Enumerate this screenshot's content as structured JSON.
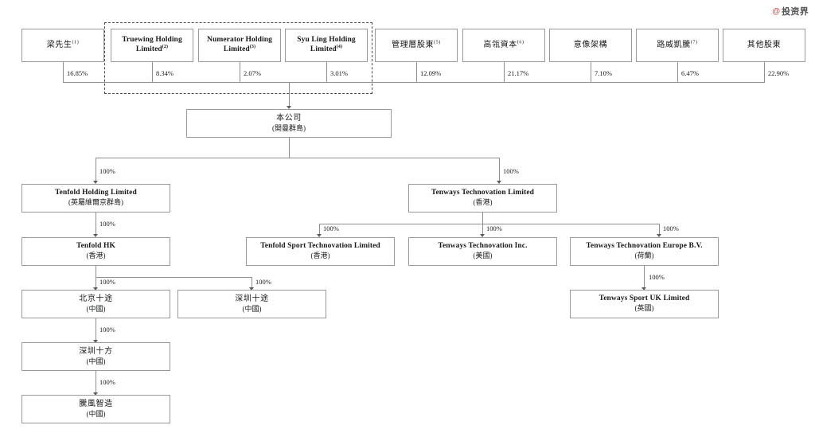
{
  "watermark": {
    "mark": "@",
    "text": "投资界"
  },
  "chart_data": {
    "type": "diagram",
    "title": "股權架構圖",
    "diagram_kind": "corporate-ownership-structure",
    "shareholders": [
      {
        "id": "sh1",
        "name": "梁先生",
        "note": "(1)",
        "percent": "16.85%",
        "lang": "cjk",
        "in_group": false
      },
      {
        "id": "sh2",
        "name": "Truewing Holding Limited",
        "note": "(2)",
        "percent": "8.34%",
        "lang": "en",
        "in_group": true
      },
      {
        "id": "sh3",
        "name": "Numerator Holding Limited",
        "note": "(3)",
        "percent": "2.07%",
        "lang": "en",
        "in_group": true
      },
      {
        "id": "sh4",
        "name": "Syu Ling Holding Limited",
        "note": "(4)",
        "percent": "3.01%",
        "lang": "en",
        "in_group": true
      },
      {
        "id": "sh5",
        "name": "管理層股東",
        "note": "(5)",
        "percent": "12.09%",
        "lang": "cjk",
        "in_group": false
      },
      {
        "id": "sh6",
        "name": "高瓴資本",
        "note": "(6)",
        "percent": "21.17%",
        "lang": "cjk",
        "in_group": false
      },
      {
        "id": "sh7",
        "name": "意像架構",
        "note": "",
        "percent": "7.10%",
        "lang": "cjk",
        "in_group": false
      },
      {
        "id": "sh8",
        "name": "路威凱騰",
        "note": "(7)",
        "percent": "6.47%",
        "lang": "cjk",
        "in_group": false
      },
      {
        "id": "sh9",
        "name": "其他股東",
        "note": "",
        "percent": "22.90%",
        "lang": "cjk",
        "in_group": false
      }
    ],
    "entities": [
      {
        "id": "company",
        "line1": "本公司",
        "line2": "(開曼群島)",
        "lang": "cjk"
      },
      {
        "id": "tenfold_holding",
        "line1": "Tenfold Holding Limited",
        "line2": "(英屬維爾京群島)",
        "lang": "en"
      },
      {
        "id": "tenways_tech_ltd",
        "line1": "Tenways Technovation Limited",
        "line2": "(香港)",
        "lang": "en"
      },
      {
        "id": "tenfold_hk",
        "line1": "Tenfold HK",
        "line2": "(香港)",
        "lang": "en"
      },
      {
        "id": "tenfold_sport",
        "line1": "Tenfold Sport Technovation Limited",
        "line2": "(香港)",
        "lang": "en"
      },
      {
        "id": "tenways_inc",
        "line1": "Tenways Technovation Inc.",
        "line2": "(美國)",
        "lang": "en"
      },
      {
        "id": "tenways_europe",
        "line1": "Tenways Technovation Europe B.V.",
        "line2": "(荷蘭)",
        "lang": "en"
      },
      {
        "id": "tenways_uk",
        "line1": "Tenways Sport UK Limited",
        "line2": "(英國)",
        "lang": "en"
      },
      {
        "id": "beijing_shitu",
        "line1": "北京十途",
        "line2": "(中國)",
        "lang": "cjk"
      },
      {
        "id": "shenzhen_shitu",
        "line1": "深圳十途",
        "line2": "(中國)",
        "lang": "cjk"
      },
      {
        "id": "shenzhen_shifang",
        "line1": "深圳十方",
        "line2": "(中國)",
        "lang": "cjk"
      },
      {
        "id": "tengfeng",
        "line1": "騰風智造",
        "line2": "(中國)",
        "lang": "cjk"
      }
    ],
    "ownership_edges": [
      {
        "from": "company",
        "to": "tenfold_holding",
        "percent": "100%"
      },
      {
        "from": "company",
        "to": "tenways_tech_ltd",
        "percent": "100%"
      },
      {
        "from": "tenfold_holding",
        "to": "tenfold_hk",
        "percent": "100%"
      },
      {
        "from": "tenways_tech_ltd",
        "to": "tenfold_sport",
        "percent": "100%"
      },
      {
        "from": "tenways_tech_ltd",
        "to": "tenways_inc",
        "percent": "100%"
      },
      {
        "from": "tenways_tech_ltd",
        "to": "tenways_europe",
        "percent": "100%"
      },
      {
        "from": "tenways_europe",
        "to": "tenways_uk",
        "percent": "100%"
      },
      {
        "from": "tenfold_hk",
        "to": "beijing_shitu",
        "percent": "100%"
      },
      {
        "from": "tenfold_hk",
        "to": "shenzhen_shitu",
        "percent": "100%"
      },
      {
        "from": "beijing_shitu",
        "to": "shenzhen_shifang",
        "percent": "100%"
      },
      {
        "from": "shenzhen_shifang",
        "to": "tengfeng",
        "percent": "100%"
      }
    ],
    "grouped_shareholders": [
      "sh2",
      "sh3",
      "sh4"
    ],
    "edge_labels_100": "100%"
  }
}
